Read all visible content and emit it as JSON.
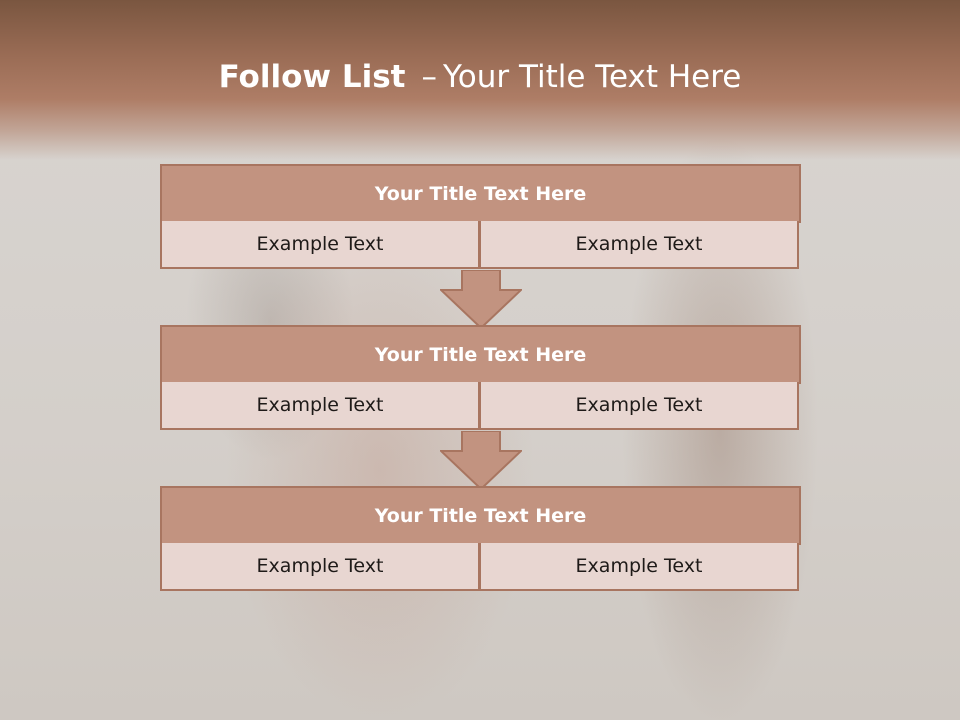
{
  "slide": {
    "title_bold": "Follow List",
    "title_dash": "–",
    "title_rest": "Your Title Text Here"
  },
  "steps": [
    {
      "title": "Your Title Text Here",
      "left": "Example Text",
      "right": "Example Text"
    },
    {
      "title": "Your Title Text Here",
      "left": "Example Text",
      "right": "Example Text"
    },
    {
      "title": "Your Title Text Here",
      "left": "Example Text",
      "right": "Example Text"
    }
  ],
  "colors": {
    "header": "#a8765e",
    "box_title": "#c29380",
    "box_cell": "#e8d6d1",
    "border": "#a87560",
    "arrow": "#c29380"
  }
}
